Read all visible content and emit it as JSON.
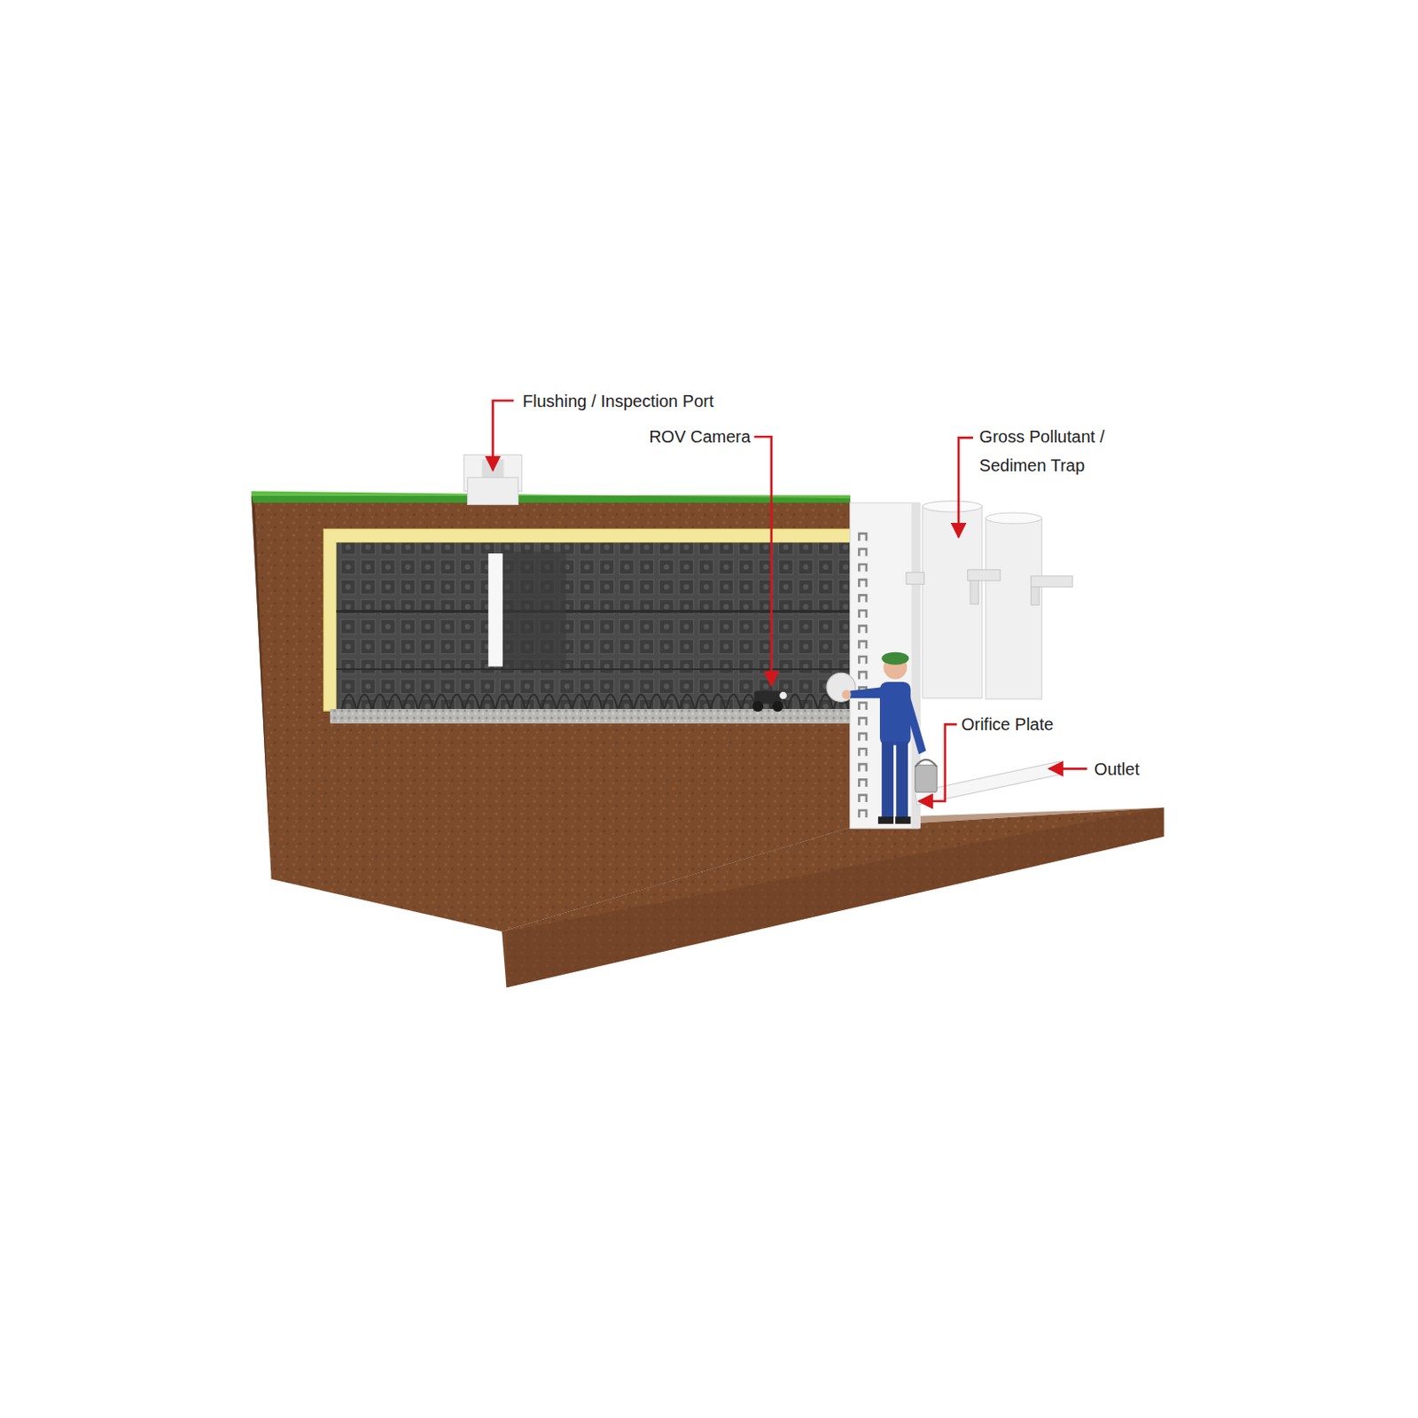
{
  "diagram": {
    "labels": [
      "Flushing / Inspection Port",
      "ROV Camera",
      "Gross Pollutant / Sedimen Trap",
      "Orifice Plate",
      "Outlet"
    ]
  }
}
